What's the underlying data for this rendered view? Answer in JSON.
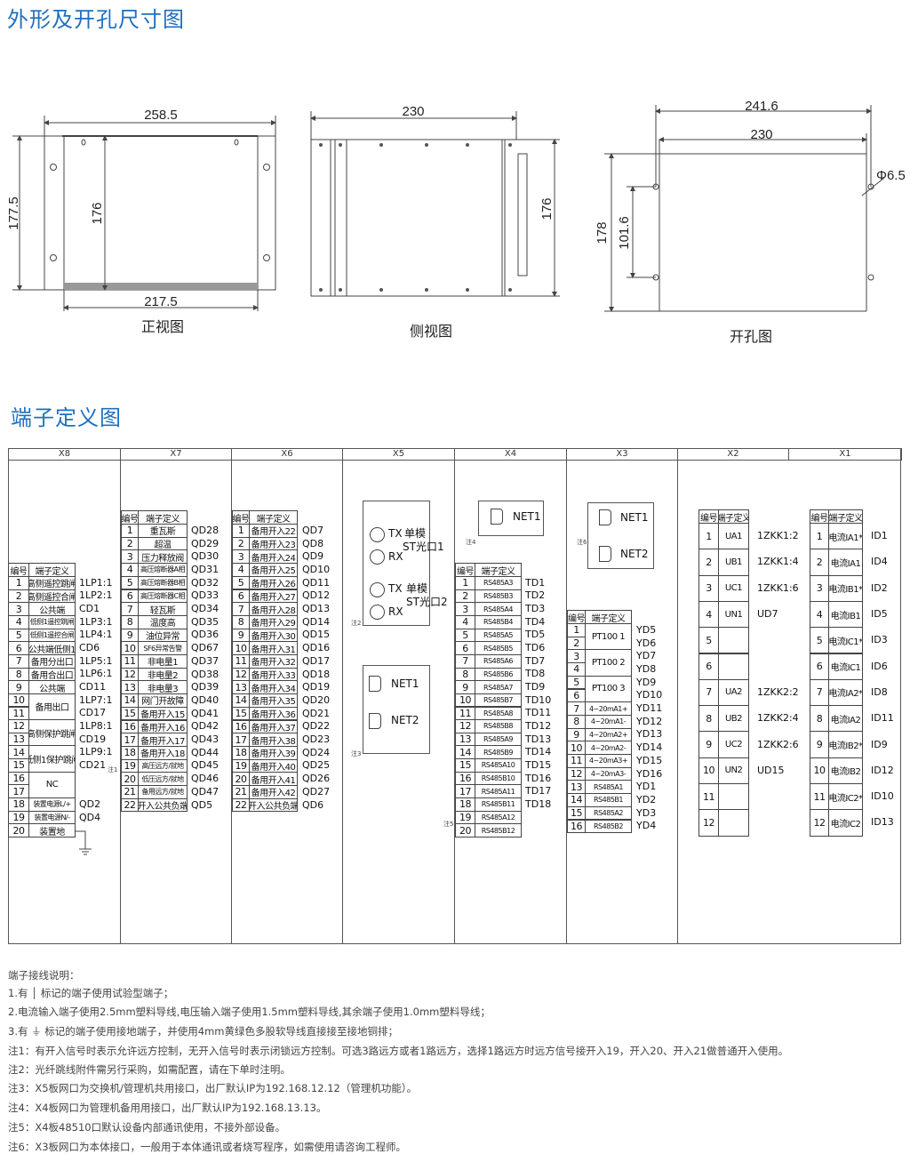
{
  "titles": {
    "dimensions": "外形及开孔尺寸图",
    "terminals": "端子定义图"
  },
  "drawings": {
    "front": {
      "label": "正视图",
      "width_outer": "258.5",
      "height_outer": "177.5",
      "height_inner": "176",
      "width_inner": "217.5"
    },
    "side": {
      "label": "侧视图",
      "depth": "230",
      "height": "176"
    },
    "cutout": {
      "label": "开孔图",
      "width_outer": "241.6",
      "width_inner": "230",
      "height": "178",
      "hole_spacing": "101.6",
      "hole_dia": "Φ6.5"
    }
  },
  "boards": [
    "X8",
    "X7",
    "X6",
    "X5",
    "X4",
    "X3",
    "X2",
    "X1"
  ],
  "col_headers": {
    "num": "编号",
    "def": "端子定义"
  },
  "tables": {
    "X8": [
      [
        "1",
        "高侧遥控跳闸",
        "1LP1:1"
      ],
      [
        "2",
        "高侧遥控合闸",
        "1LP2:1"
      ],
      [
        "3",
        "公共端",
        "CD1"
      ],
      [
        "4",
        "低侧1遥控跳闸",
        "1LP3:1"
      ],
      [
        "5",
        "低侧1遥控合闸",
        "1LP4:1"
      ],
      [
        "6",
        "公共端低侧1",
        "CD6"
      ],
      [
        "7",
        "备用分出口",
        "1LP5:1"
      ],
      [
        "8",
        "备用合出口",
        "1LP6:1"
      ],
      [
        "9",
        "公共端",
        "CD11"
      ],
      [
        "10",
        "备用出口",
        "1LP7:1",
        2
      ],
      [
        "11",
        "",
        "CD17"
      ],
      [
        "12",
        "高侧保护跳闸",
        "1LP8:1",
        2
      ],
      [
        "13",
        "",
        "CD19"
      ],
      [
        "14",
        "低侧1保护跳闸",
        "1LP9:1",
        2
      ],
      [
        "15",
        "",
        "CD21"
      ],
      [
        "16",
        "NC",
        "",
        2
      ],
      [
        "17",
        "",
        ""
      ],
      [
        "18",
        "装置电源L/+",
        "QD2"
      ],
      [
        "19",
        "装置电源N/-",
        "QD4"
      ],
      [
        "20",
        "装置地",
        ""
      ]
    ],
    "X7": [
      [
        "1",
        "重瓦斯",
        "QD28"
      ],
      [
        "2",
        "超温",
        "QD29"
      ],
      [
        "3",
        "压力释放阀",
        "QD30"
      ],
      [
        "4",
        "高压熔断器A相",
        "QD31"
      ],
      [
        "5",
        "高压熔断器B相",
        "QD32"
      ],
      [
        "6",
        "高压熔断器C相",
        "QD33"
      ],
      [
        "7",
        "轻瓦斯",
        "QD34"
      ],
      [
        "8",
        "温度高",
        "QD35"
      ],
      [
        "9",
        "油位异常",
        "QD36"
      ],
      [
        "10",
        "SF6异常告警",
        "QD67"
      ],
      [
        "11",
        "非电量1",
        "QD37"
      ],
      [
        "12",
        "非电量2",
        "QD38"
      ],
      [
        "13",
        "非电量3",
        "QD39"
      ],
      [
        "14",
        "网门开故障",
        "QD40"
      ],
      [
        "15",
        "备用开入15",
        "QD41"
      ],
      [
        "16",
        "备用开入16",
        "QD42"
      ],
      [
        "17",
        "备用开入17",
        "QD43"
      ],
      [
        "18",
        "备用开入18",
        "QD44"
      ],
      [
        "19",
        "高压远方/就地",
        "QD45"
      ],
      [
        "20",
        "低压远方/就地",
        "QD46"
      ],
      [
        "21",
        "备用远方/就地",
        "QD47"
      ],
      [
        "22",
        "开入公共负端",
        "QD5"
      ]
    ],
    "X6": [
      [
        "1",
        "备用开入22",
        "QD7"
      ],
      [
        "2",
        "备用开入23",
        "QD8"
      ],
      [
        "3",
        "备用开入24",
        "QD9"
      ],
      [
        "4",
        "备用开入25",
        "QD10"
      ],
      [
        "5",
        "备用开入26",
        "QD11"
      ],
      [
        "6",
        "备用开入27",
        "QD12"
      ],
      [
        "7",
        "备用开入28",
        "QD13"
      ],
      [
        "8",
        "备用开入29",
        "QD14"
      ],
      [
        "9",
        "备用开入30",
        "QD15"
      ],
      [
        "10",
        "备用开入31",
        "QD16"
      ],
      [
        "11",
        "备用开入32",
        "QD17"
      ],
      [
        "12",
        "备用开入33",
        "QD18"
      ],
      [
        "13",
        "备用开入34",
        "QD19"
      ],
      [
        "14",
        "备用开入35",
        "QD20"
      ],
      [
        "15",
        "备用开入36",
        "QD21"
      ],
      [
        "16",
        "备用开入37",
        "QD22"
      ],
      [
        "17",
        "备用开入38",
        "QD23"
      ],
      [
        "18",
        "备用开入39",
        "QD24"
      ],
      [
        "19",
        "备用开入40",
        "QD25"
      ],
      [
        "20",
        "备用开入41",
        "QD26"
      ],
      [
        "21",
        "备用开入42",
        "QD27"
      ],
      [
        "22",
        "开入公共负端",
        "QD6"
      ]
    ],
    "X4": [
      [
        "1",
        "RS485A3",
        "TD1"
      ],
      [
        "2",
        "RS485B3",
        "TD2"
      ],
      [
        "3",
        "RS485A4",
        "TD3"
      ],
      [
        "4",
        "RS485B4",
        "TD4"
      ],
      [
        "5",
        "RS485A5",
        "TD5"
      ],
      [
        "6",
        "RS485B5",
        "TD6"
      ],
      [
        "7",
        "RS485A6",
        "TD7"
      ],
      [
        "8",
        "RS485B6",
        "TD8"
      ],
      [
        "9",
        "RS485A7",
        "TD9"
      ],
      [
        "10",
        "RS485B7",
        "TD10"
      ],
      [
        "11",
        "RS485A8",
        "TD11"
      ],
      [
        "12",
        "RS485B8",
        "TD12"
      ],
      [
        "13",
        "RS485A9",
        "TD13"
      ],
      [
        "14",
        "RS485B9",
        "TD14"
      ],
      [
        "15",
        "RS485A10",
        "TD15"
      ],
      [
        "16",
        "RS485B10",
        "TD16"
      ],
      [
        "17",
        "RS485A11",
        "TD17"
      ],
      [
        "18",
        "RS485B11",
        "TD18"
      ],
      [
        "19",
        "RS485A12",
        ""
      ],
      [
        "20",
        "RS485B12",
        ""
      ]
    ],
    "X3": [
      [
        "1",
        "PT100 1",
        "YD5",
        2
      ],
      [
        "2",
        "",
        "YD6"
      ],
      [
        "3",
        "PT100 2",
        "YD7",
        2
      ],
      [
        "4",
        "",
        "YD8"
      ],
      [
        "5",
        "PT100 3",
        "YD9",
        2
      ],
      [
        "6",
        "",
        "YD10"
      ],
      [
        "7",
        "4~20mA1+",
        "YD11"
      ],
      [
        "8",
        "4~20mA1-",
        "YD12"
      ],
      [
        "9",
        "4~20mA2+",
        "YD13"
      ],
      [
        "10",
        "4~20mA2-",
        "YD14"
      ],
      [
        "11",
        "4~20mA3+",
        "YD15"
      ],
      [
        "12",
        "4~20mA3-",
        "YD16"
      ],
      [
        "13",
        "RS485A1",
        "YD1"
      ],
      [
        "14",
        "RS485B1",
        "YD2"
      ],
      [
        "15",
        "RS485A2",
        "YD3"
      ],
      [
        "16",
        "RS485B2",
        "YD4"
      ]
    ],
    "X2": [
      [
        "1",
        "UA1",
        "1ZKK1:2"
      ],
      [
        "2",
        "UB1",
        "1ZKK1:4"
      ],
      [
        "3",
        "UC1",
        "1ZKK1:6"
      ],
      [
        "4",
        "UN1",
        "UD7"
      ],
      [
        "5",
        "",
        ""
      ],
      [
        "6",
        "",
        ""
      ],
      [
        "7",
        "UA2",
        "1ZKK2:2"
      ],
      [
        "8",
        "UB2",
        "1ZKK2:4"
      ],
      [
        "9",
        "UC2",
        "1ZKK2:6"
      ],
      [
        "10",
        "UN2",
        "UD15"
      ],
      [
        "11",
        "",
        ""
      ],
      [
        "12",
        "",
        ""
      ]
    ],
    "X1": [
      [
        "1",
        "电流IA1*",
        "ID1"
      ],
      [
        "2",
        "电流IA1",
        "ID4"
      ],
      [
        "3",
        "电流IB1*",
        "ID2"
      ],
      [
        "4",
        "电流IB1",
        "ID5"
      ],
      [
        "5",
        "电流IC1*",
        "ID3"
      ],
      [
        "6",
        "电流IC1",
        "ID6"
      ],
      [
        "7",
        "电流IA2*",
        "ID8"
      ],
      [
        "8",
        "电流IA2",
        "ID11"
      ],
      [
        "9",
        "电流IB2*",
        "ID9"
      ],
      [
        "10",
        "电流IB2",
        "ID12"
      ],
      [
        "11",
        "电流IC2*",
        "ID10"
      ],
      [
        "12",
        "电流IC2",
        "ID13"
      ]
    ]
  },
  "modules": {
    "x5_fiber": {
      "tx": "TX",
      "rx": "RX",
      "port1_a": "单模",
      "port1_b": "ST光口1",
      "port2_a": "单模",
      "port2_b": "ST光口2"
    },
    "x5_net": [
      "NET1",
      "NET2"
    ],
    "x4_net": [
      "NET1"
    ],
    "x3_net": [
      "NET1",
      "NET2"
    ]
  },
  "note_tags": {
    "n1": "注1",
    "n2": "注2",
    "n3": "注3",
    "n4": "注4",
    "n5": "注5",
    "n6": "注6"
  },
  "notes": [
    "端子接线说明：",
    "1.有 │ 标记的端子使用试验型端子；",
    "2.电流输入端子使用2.5mm塑料导线,电压输入端子使用1.5mm塑料导线,其余端子使用1.0mm塑料导线；",
    "3.有 ⏚ 标记的端子使用接地端子，并使用4mm黄绿色多股软导线直接接至接地铜排；",
    "注1：有开入信号时表示允许远方控制，无开入信号时表示闭锁远方控制。可选3路远方或者1路远方，选择1路远方时远方信号接开入19，开入20、开入21做普通开入使用。",
    "注2：光纤跳线附件需另行采购，如需配置，请在下单时注明。",
    "注3：X5板网口为交换机/管理机共用接口，出厂默认IP为192.168.12.12（管理机功能）。",
    "注4：X4板网口为管理机备用用接口，出厂默认IP为192.168.13.13。",
    "注5：X4板48510口默认设备内部通讯使用，不接外部设备。",
    "注6：X3板网口为本体接口，一般用于本体通讯或者烧写程序，如需使用请咨询工程师。"
  ],
  "colors": {
    "title": "#1f6fbf",
    "line": "#444444"
  }
}
